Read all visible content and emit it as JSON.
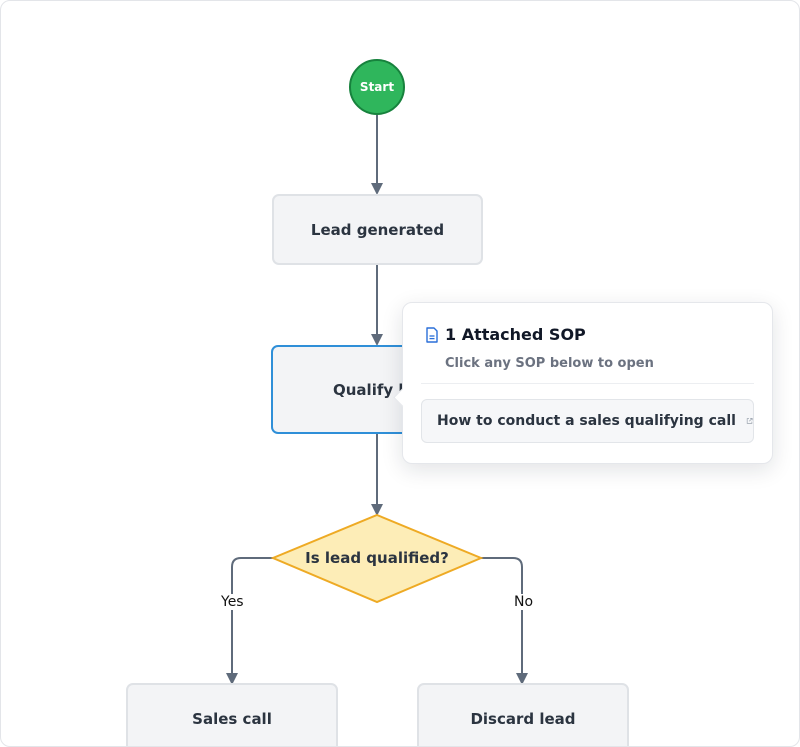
{
  "flowchart": {
    "start": "Start",
    "nodes": {
      "lead_generated": "Lead generated",
      "qualify_lead": "Qualify le",
      "decision": "Is lead qualified?",
      "sales_call": "Sales call",
      "discard_lead": "Discard lead"
    },
    "edges": {
      "yes": "Yes",
      "no": "No"
    }
  },
  "popover": {
    "title": "1 Attached SOP",
    "subtitle": "Click any SOP below to open",
    "items": [
      {
        "label": "How to conduct a sales qualifying call",
        "icon": "external-link-icon"
      }
    ],
    "header_icon": "document-icon"
  },
  "colors": {
    "start_fill": "#2fb65c",
    "node_fill": "#f3f4f6",
    "selected_border": "#2f8fd8",
    "decision_fill": "#fdedb7",
    "decision_border": "#eeaa24",
    "edge": "#5f6b7b",
    "doc_icon": "#2a6fd8"
  }
}
